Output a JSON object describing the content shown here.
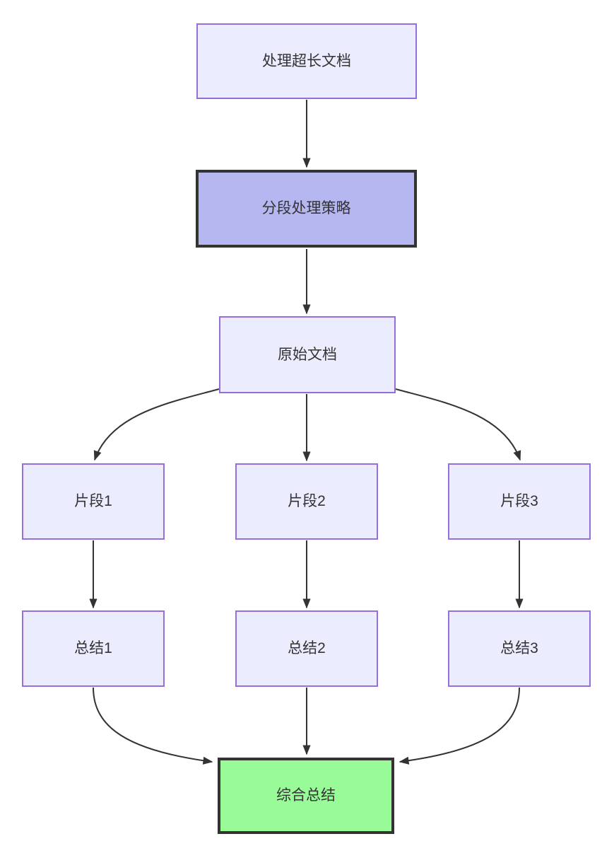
{
  "diagram": {
    "type": "flowchart-top-down",
    "nodes": [
      {
        "id": "A",
        "label": "处理超长文档",
        "style": "default"
      },
      {
        "id": "B",
        "label": "分段处理策略",
        "style": "highlight"
      },
      {
        "id": "C",
        "label": "原始文档",
        "style": "default"
      },
      {
        "id": "D1",
        "label": "片段1",
        "style": "default"
      },
      {
        "id": "D2",
        "label": "片段2",
        "style": "default"
      },
      {
        "id": "D3",
        "label": "片段3",
        "style": "default"
      },
      {
        "id": "E1",
        "label": "总结1",
        "style": "default"
      },
      {
        "id": "E2",
        "label": "总结2",
        "style": "default"
      },
      {
        "id": "E3",
        "label": "总结3",
        "style": "default"
      },
      {
        "id": "F",
        "label": "综合总结",
        "style": "success"
      }
    ],
    "edges": [
      {
        "from": "处理超长文档",
        "to": "分段处理策略"
      },
      {
        "from": "分段处理策略",
        "to": "原始文档"
      },
      {
        "from": "原始文档",
        "to": "片段1"
      },
      {
        "from": "原始文档",
        "to": "片段2"
      },
      {
        "from": "原始文档",
        "to": "片段3"
      },
      {
        "from": "片段1",
        "to": "总结1"
      },
      {
        "from": "片段2",
        "to": "总结2"
      },
      {
        "from": "片段3",
        "to": "总结3"
      },
      {
        "from": "总结1",
        "to": "综合总结"
      },
      {
        "from": "总结2",
        "to": "综合总结"
      },
      {
        "from": "总结3",
        "to": "综合总结"
      }
    ],
    "colors": {
      "background": "#ffffff",
      "node_fill": "#ECECFF",
      "node_border": "#9370DB",
      "highlight_fill": "#b6b6f0",
      "highlight_border": "#333333",
      "success_fill": "#98FB98",
      "success_border": "#333333",
      "edge": "#333333",
      "text": "#333333"
    }
  }
}
